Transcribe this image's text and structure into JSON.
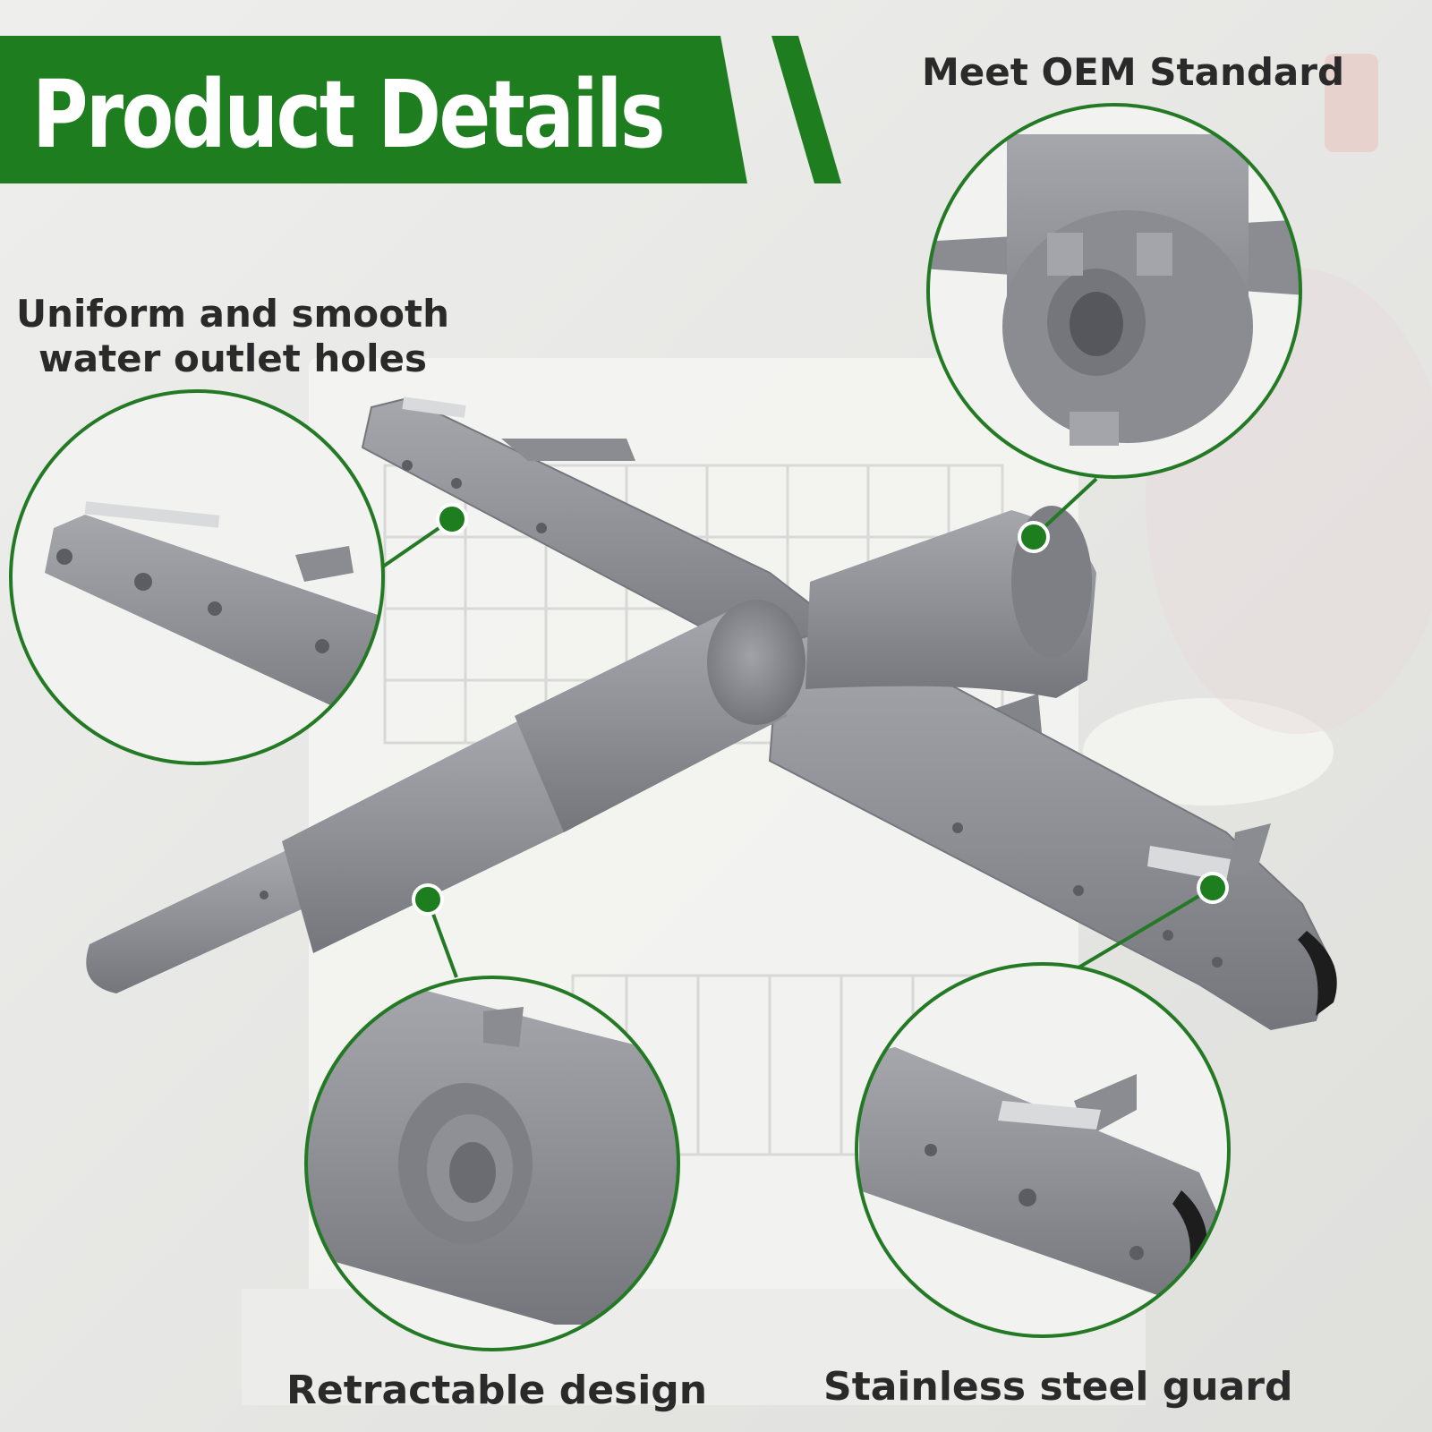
{
  "banner": {
    "title": "Product Details"
  },
  "callouts": {
    "oem": "Meet OEM Standard",
    "uniform_line1": "Uniform and smooth",
    "uniform_line2": "water outlet holes",
    "retractable": "Retractable design",
    "steel_guard": "Stainless steel guard"
  },
  "colors": {
    "brand_green": "#1e7d1e",
    "circle_stroke": "#247a24",
    "part_gray": "#8e9096",
    "background": "#e8e8e6"
  }
}
